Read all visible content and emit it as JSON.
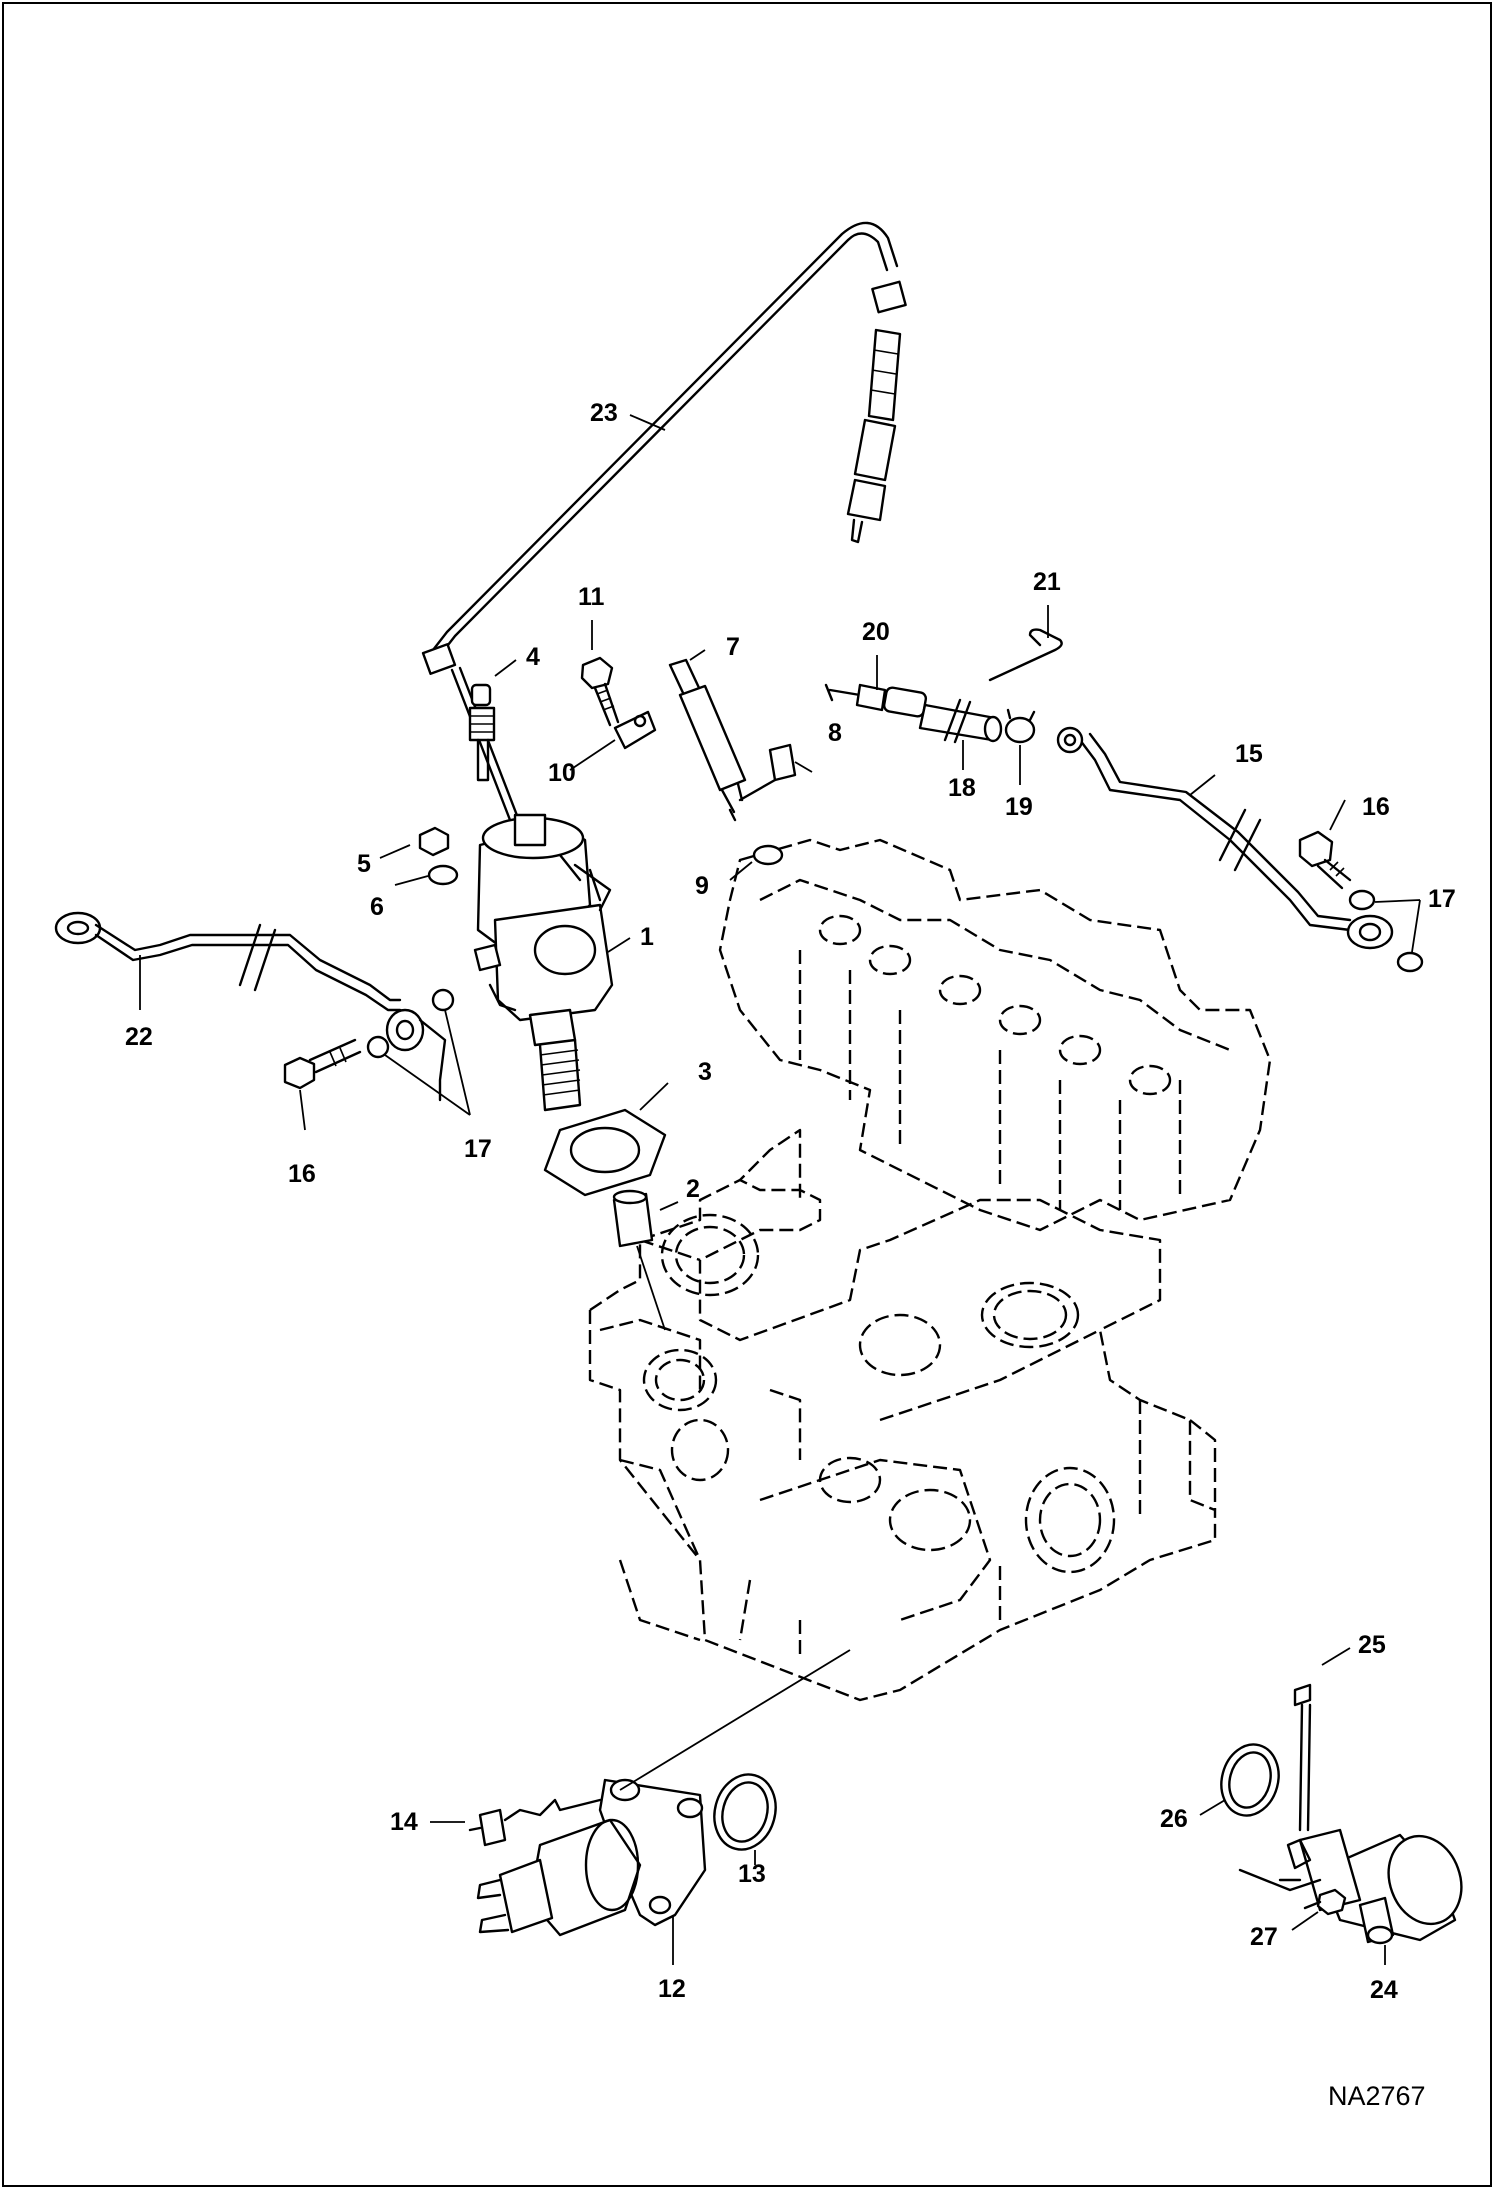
{
  "diagram": {
    "reference_code": "NA2767",
    "callouts": [
      "1",
      "2",
      "3",
      "4",
      "5",
      "6",
      "7",
      "8",
      "9",
      "10",
      "11",
      "12",
      "13",
      "14",
      "15",
      "16",
      "16",
      "17",
      "17",
      "18",
      "19",
      "20",
      "21",
      "22",
      "23",
      "24",
      "25",
      "26",
      "27"
    ]
  }
}
